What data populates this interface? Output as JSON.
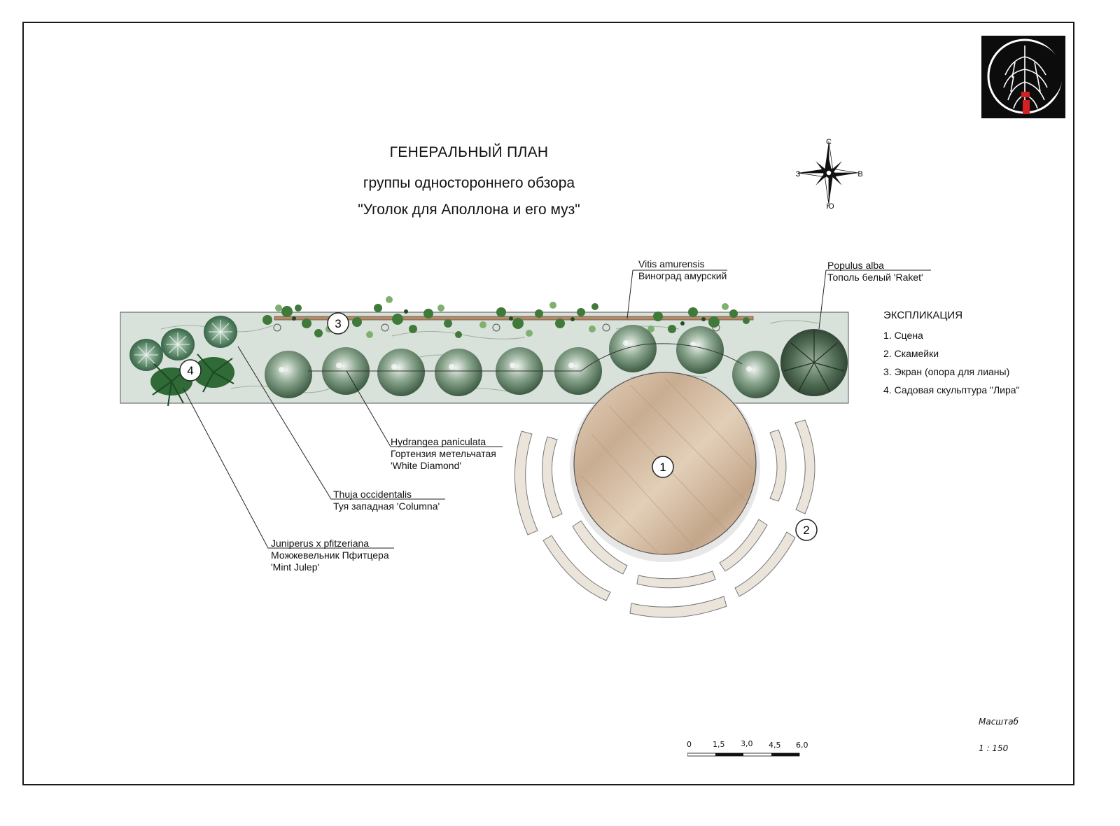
{
  "title": {
    "line1": "ГЕНЕРАЛЬНЫЙ ПЛАН",
    "line2": "группы одностороннего обзора",
    "line3": "\"Уголок для Аполлона и его муз\""
  },
  "compass": {
    "north": "С",
    "south": "Ю",
    "west": "З",
    "east": "В"
  },
  "callouts": {
    "vitis": {
      "latin": "Vitis amurensis",
      "russian": "Виноград амурский"
    },
    "populus": {
      "latin": "Populus alba",
      "russian": "Тополь белый 'Raket'"
    },
    "hydrangea": {
      "latin": "Hydrangea paniculata",
      "russian": "Гортензия метельчатая",
      "cultivar": "'White Diamond'"
    },
    "thuja": {
      "latin": "Thuja occidentalis",
      "russian": "Туя западная 'Columna'"
    },
    "juniperus": {
      "latin": "Juniperus x pfitzeriana",
      "russian": "Можжевельник Пфитцера",
      "cultivar": "'Mint Julep'"
    }
  },
  "markers": [
    "1",
    "2",
    "3",
    "4"
  ],
  "explication": {
    "heading": "ЭКСПЛИКАЦИЯ",
    "items": [
      "1. Сцена",
      "2. Скамейки",
      "3. Экран (опора для лианы)",
      "4. Садовая скульптура  \"Лира\""
    ]
  },
  "scale_bar": {
    "ticks": [
      "0",
      "1,5",
      "3,0",
      "4,5",
      "6,0"
    ]
  },
  "scale": {
    "label": "Масштаб",
    "value": "1 : 150"
  },
  "colors": {
    "bed_fill": "#d9e2da",
    "shrub_green": "#5f7f62",
    "vine_green": "#3f7a3a",
    "stage_wood": "#d9c2a8",
    "bench": "#ebe4db",
    "frame": "#1a1a1a"
  }
}
